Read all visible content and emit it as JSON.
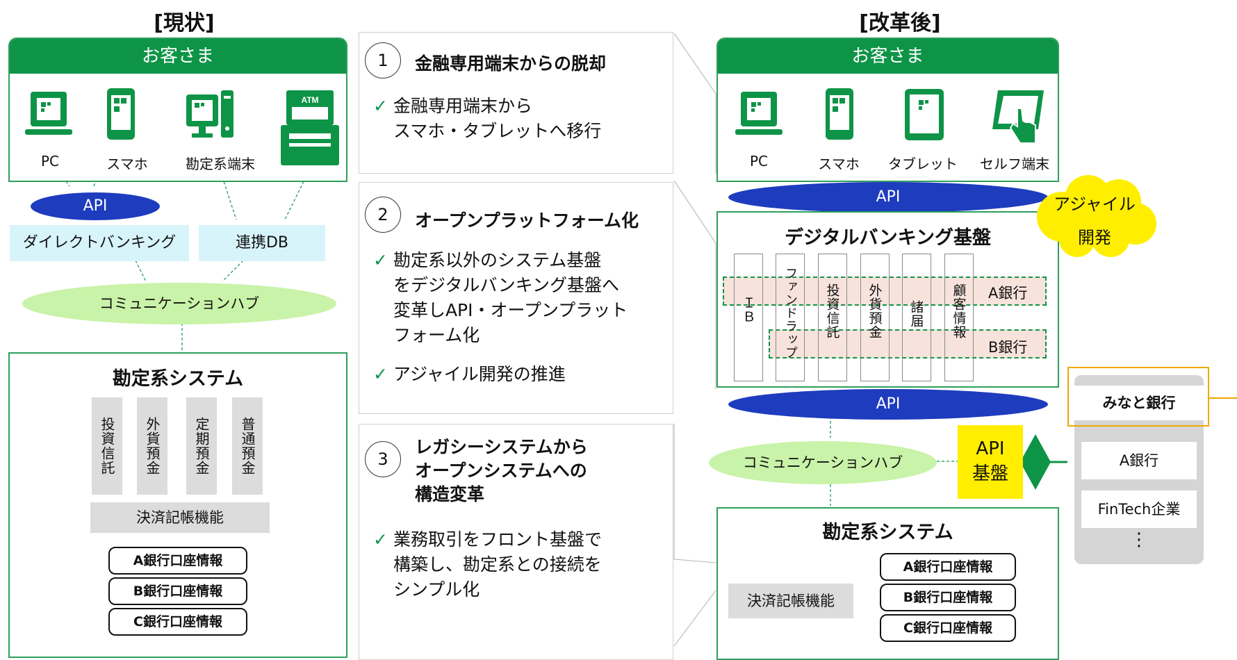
{
  "left": {
    "title": "[現状]",
    "customer_header": "お客さま",
    "devices": [
      "PC",
      "スマホ",
      "勘定系端末"
    ],
    "api": "API",
    "direct_banking": "ダイレクトバンキング",
    "linkage_db": "連携DB",
    "hub": "コミュニケーションハブ",
    "core_title": "勘定系システム",
    "core_columns": [
      "投資信託",
      "外貨預金",
      "定期預金",
      "普通預金"
    ],
    "settlement": "決済記帳機能",
    "accounts": [
      "A銀行口座情報",
      "B銀行口座情報",
      "C銀行口座情報"
    ]
  },
  "middle": {
    "steps": [
      {
        "num": "1",
        "title": "金融専用端末からの脱却",
        "bullets": [
          "金融専用端末から\nスマホ・タブレットへ移行"
        ]
      },
      {
        "num": "2",
        "title": "オープンプラットフォーム化",
        "bullets": [
          "勘定系以外のシステム基盤\nをデジタルバンキング基盤へ\n変革しAPI・オープンプラット\nフォーム化",
          "アジャイル開発の推進"
        ]
      },
      {
        "num": "3",
        "title": "レガシーシステムから\nオープンシステムへの\n構造変革",
        "bullets": [
          "業務取引をフロント基盤で\n構築し、勘定系との接続を\nシンプル化"
        ]
      }
    ],
    "check_mark": "✓"
  },
  "right": {
    "title": "[改革後]",
    "customer_header": "お客さま",
    "devices": [
      "PC",
      "スマホ",
      "タブレット",
      "セルフ端末"
    ],
    "api_top": "API",
    "agile": "アジャイル\n開発",
    "digital_title": "デジタルバンキング基盤",
    "digital_columns": [
      "ＩＢ",
      "ファンドラップ",
      "投資信託",
      "外貨預金",
      "諸届",
      "顧客情報"
    ],
    "bank_a": "A銀行",
    "bank_b": "B銀行",
    "api_bottom": "API",
    "hub": "コミュニケーションハブ",
    "api_platform": "API\n基盤",
    "core_title": "勘定系システム",
    "settlement": "決済記帳機能",
    "accounts": [
      "A銀行口座情報",
      "B銀行口座情報",
      "C銀行口座情報"
    ]
  },
  "partners": {
    "items": [
      "みなと銀行",
      "A銀行",
      "FinTech企業",
      "⋮"
    ]
  },
  "colors": {
    "green": "#0e9447",
    "api_blue": "#1e3cbe",
    "hub_green": "#c9f3a8",
    "yellow": "#ffee00"
  }
}
